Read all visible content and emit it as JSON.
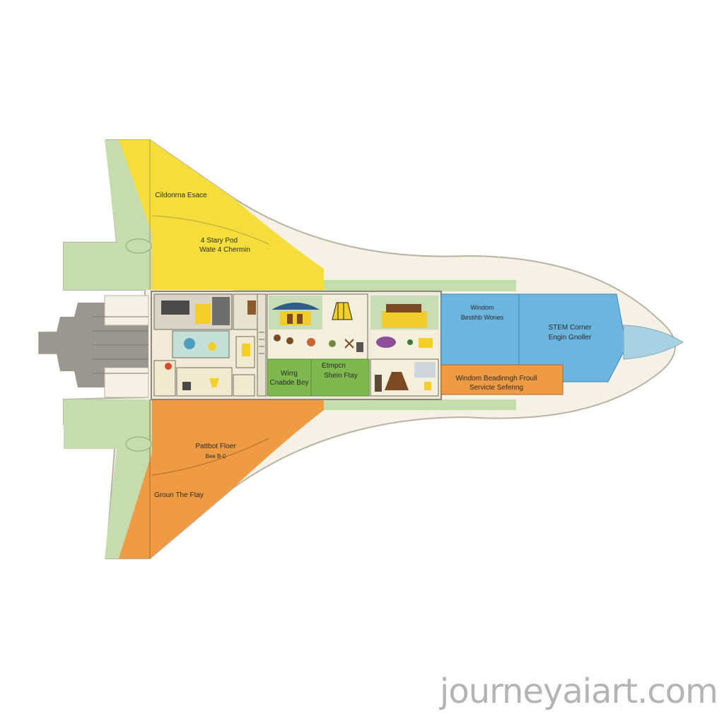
{
  "colors": {
    "hull": "#f5f1e6",
    "hull_stroke": "#b9b3a2",
    "wing_green": "#c4dcae",
    "yellow_zone": "#f5de3c",
    "orange_zone": "#ee9b43",
    "blue_zone": "#6cb5df",
    "nose_cone": "#a8d2e2",
    "room_green": "#7fb84e",
    "engine_grey": "#9a9791",
    "wall": "#8b877e"
  },
  "zones": {
    "yellow_top": "Cildonrna Esace",
    "yellow_line1": "4 Stary Pod",
    "yellow_line2": "Wate 4 Chermin",
    "orange_line1": "Pattbot Floer",
    "orange_line2": "Bee B-0",
    "orange_bottom": "Groun The Ftay",
    "green_room_1_line1": "Wirrg",
    "green_room_1_line2": "Cnabde Bey",
    "green_room_2_line1": "Etmpcn",
    "green_room_2_line2": "Shein Ftay",
    "blue_left_line1": "Windom",
    "blue_left_line2": "Bestihb Wones",
    "blue_right_line1": "STEM Corner",
    "blue_right_line2": "Engin Gnoller",
    "orange_room_line1": "Windom Beadinngh Froull",
    "orange_room_line2": "Servicte Sefenng"
  },
  "icons": [
    "desk-icon",
    "lamp-icon",
    "person-icon",
    "chair-icon",
    "table-icon",
    "apple-icon",
    "toy-icon"
  ],
  "watermark": "journeyaiart.com"
}
